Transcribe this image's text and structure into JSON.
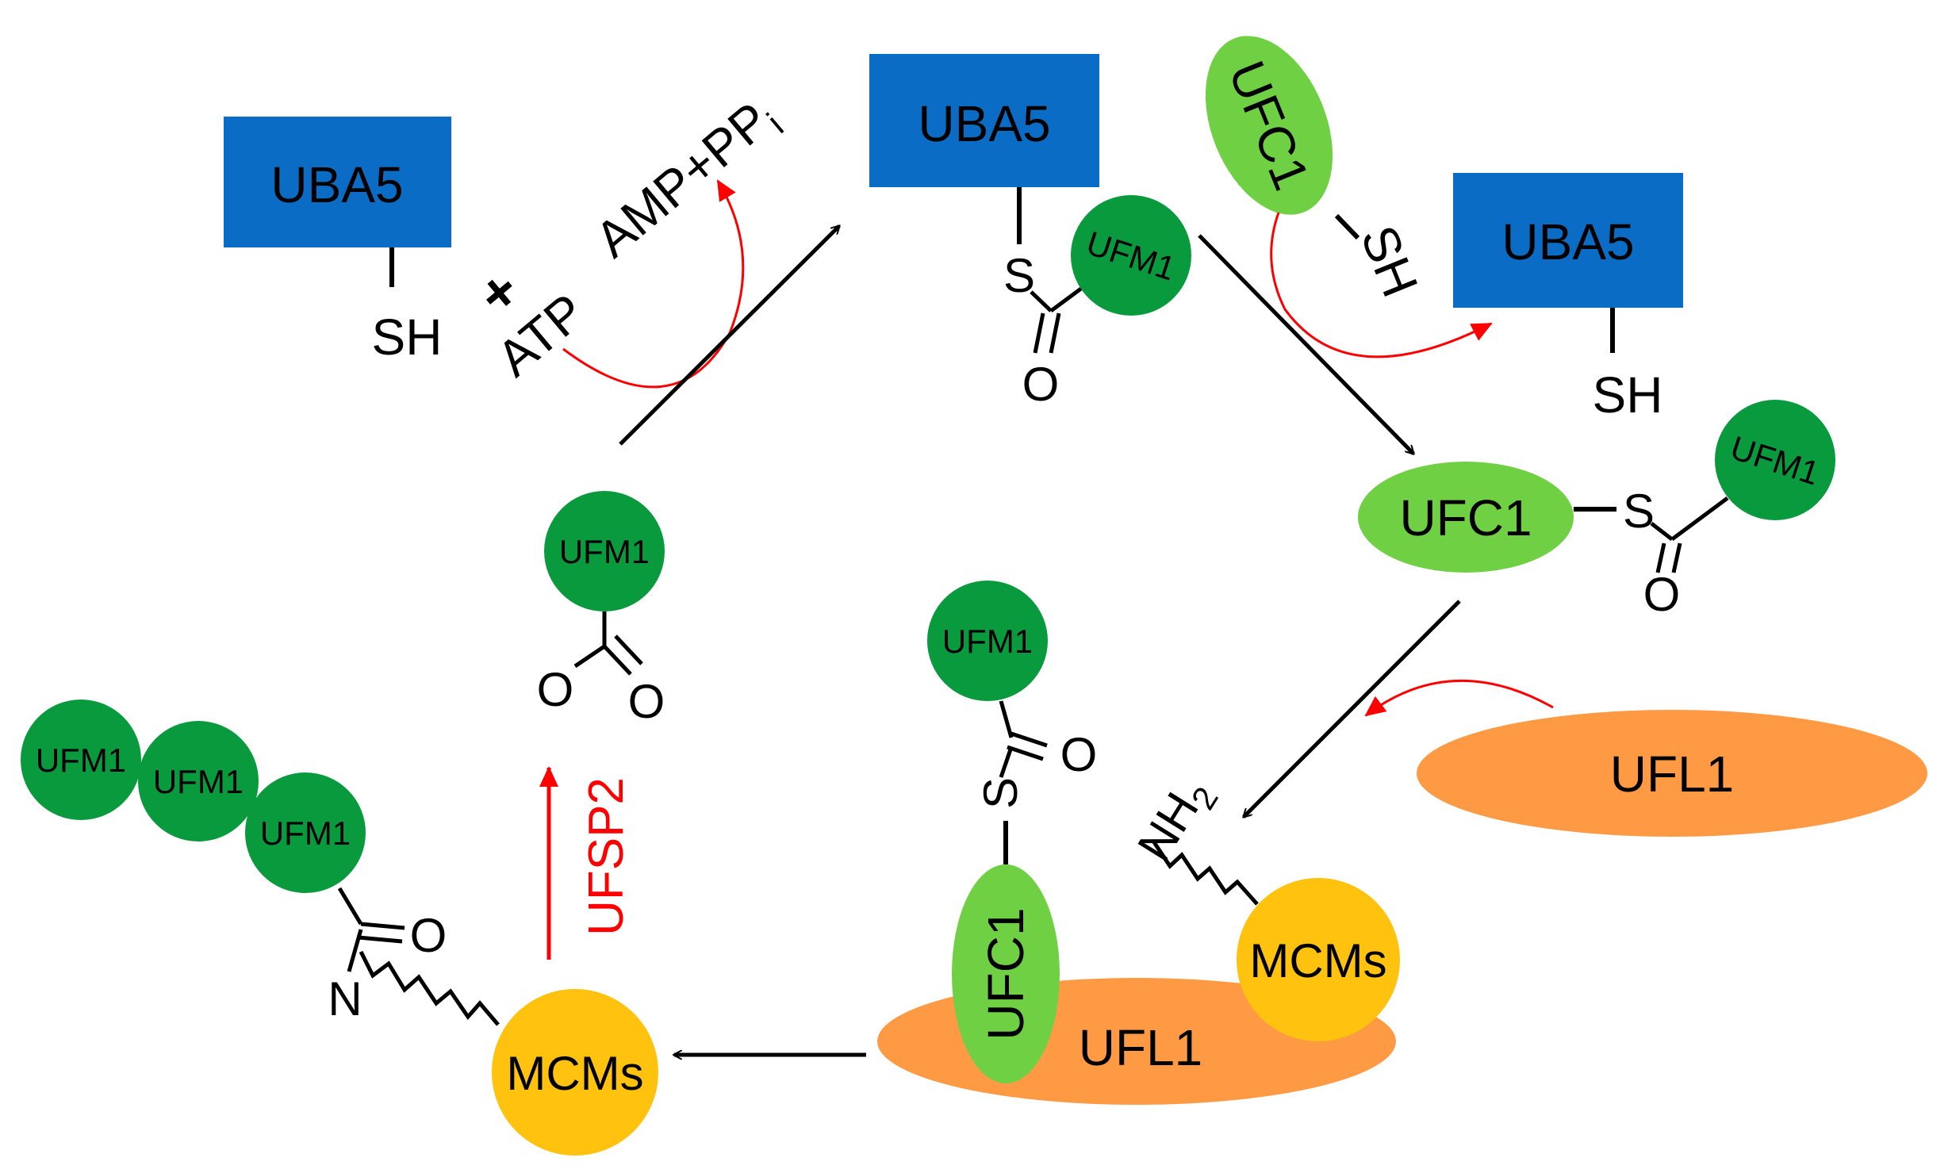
{
  "colors": {
    "uba5": "#0a6cc4",
    "ufc1": "#70d044",
    "ufm1": "#0a9a3e",
    "ufl1": "#ff9a44",
    "mcms": "#ffc20e",
    "black_arrow": "#000000",
    "red_arrow": "#ff0000",
    "text": "#000000"
  },
  "labels": {
    "uba5": "UBA5",
    "ufc1": "UFC1",
    "ufm1": "UFM1",
    "ufl1": "UFL1",
    "mcms": "MCMs",
    "sh": "SH",
    "s": "S",
    "o": "O",
    "n": "N",
    "nh": "NH",
    "sub_2": "2",
    "plus": "+",
    "atp": "ATP",
    "amp_ppi": "AMP+PP",
    "sub_i": "i",
    "ufsp2": "UFSP2"
  }
}
